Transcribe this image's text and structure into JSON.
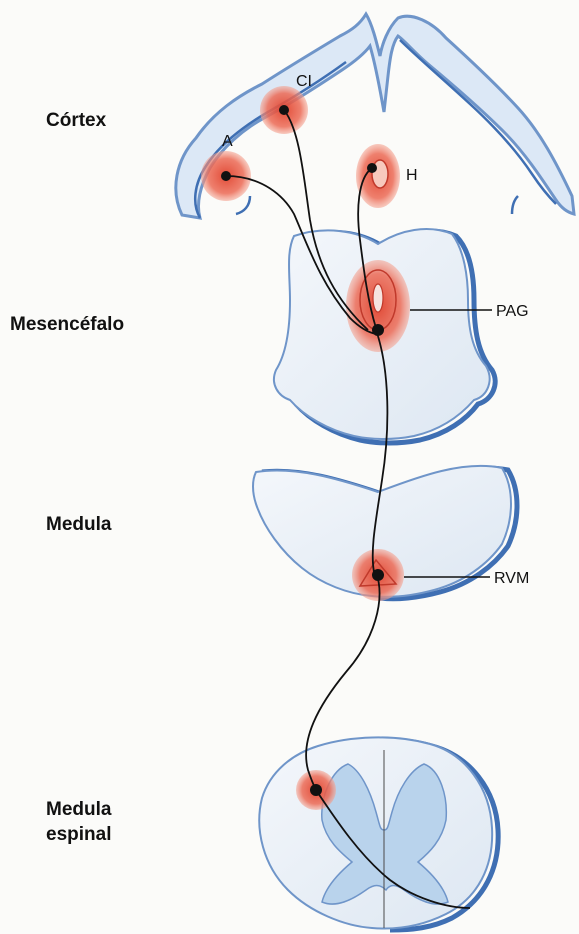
{
  "regions": {
    "cortex": "Córtex",
    "mesencephalon": "Mesencéfalo",
    "medulla": "Medula",
    "spinal_line1": "Medula",
    "spinal_line2": "espinal"
  },
  "sites": {
    "ci": "CI",
    "a": "A",
    "h": "H",
    "pag": "PAG",
    "rvm": "RVM"
  },
  "colors": {
    "tissue_outline": "#6f95c9",
    "tissue_shadow": "#3f6fb3",
    "tissue_fill": "#e8f0f8",
    "gray_matter": "#b9d3ec",
    "nucleus": "#e8503a",
    "nucleus_light": "#f2907c",
    "neuron": "#111111"
  }
}
